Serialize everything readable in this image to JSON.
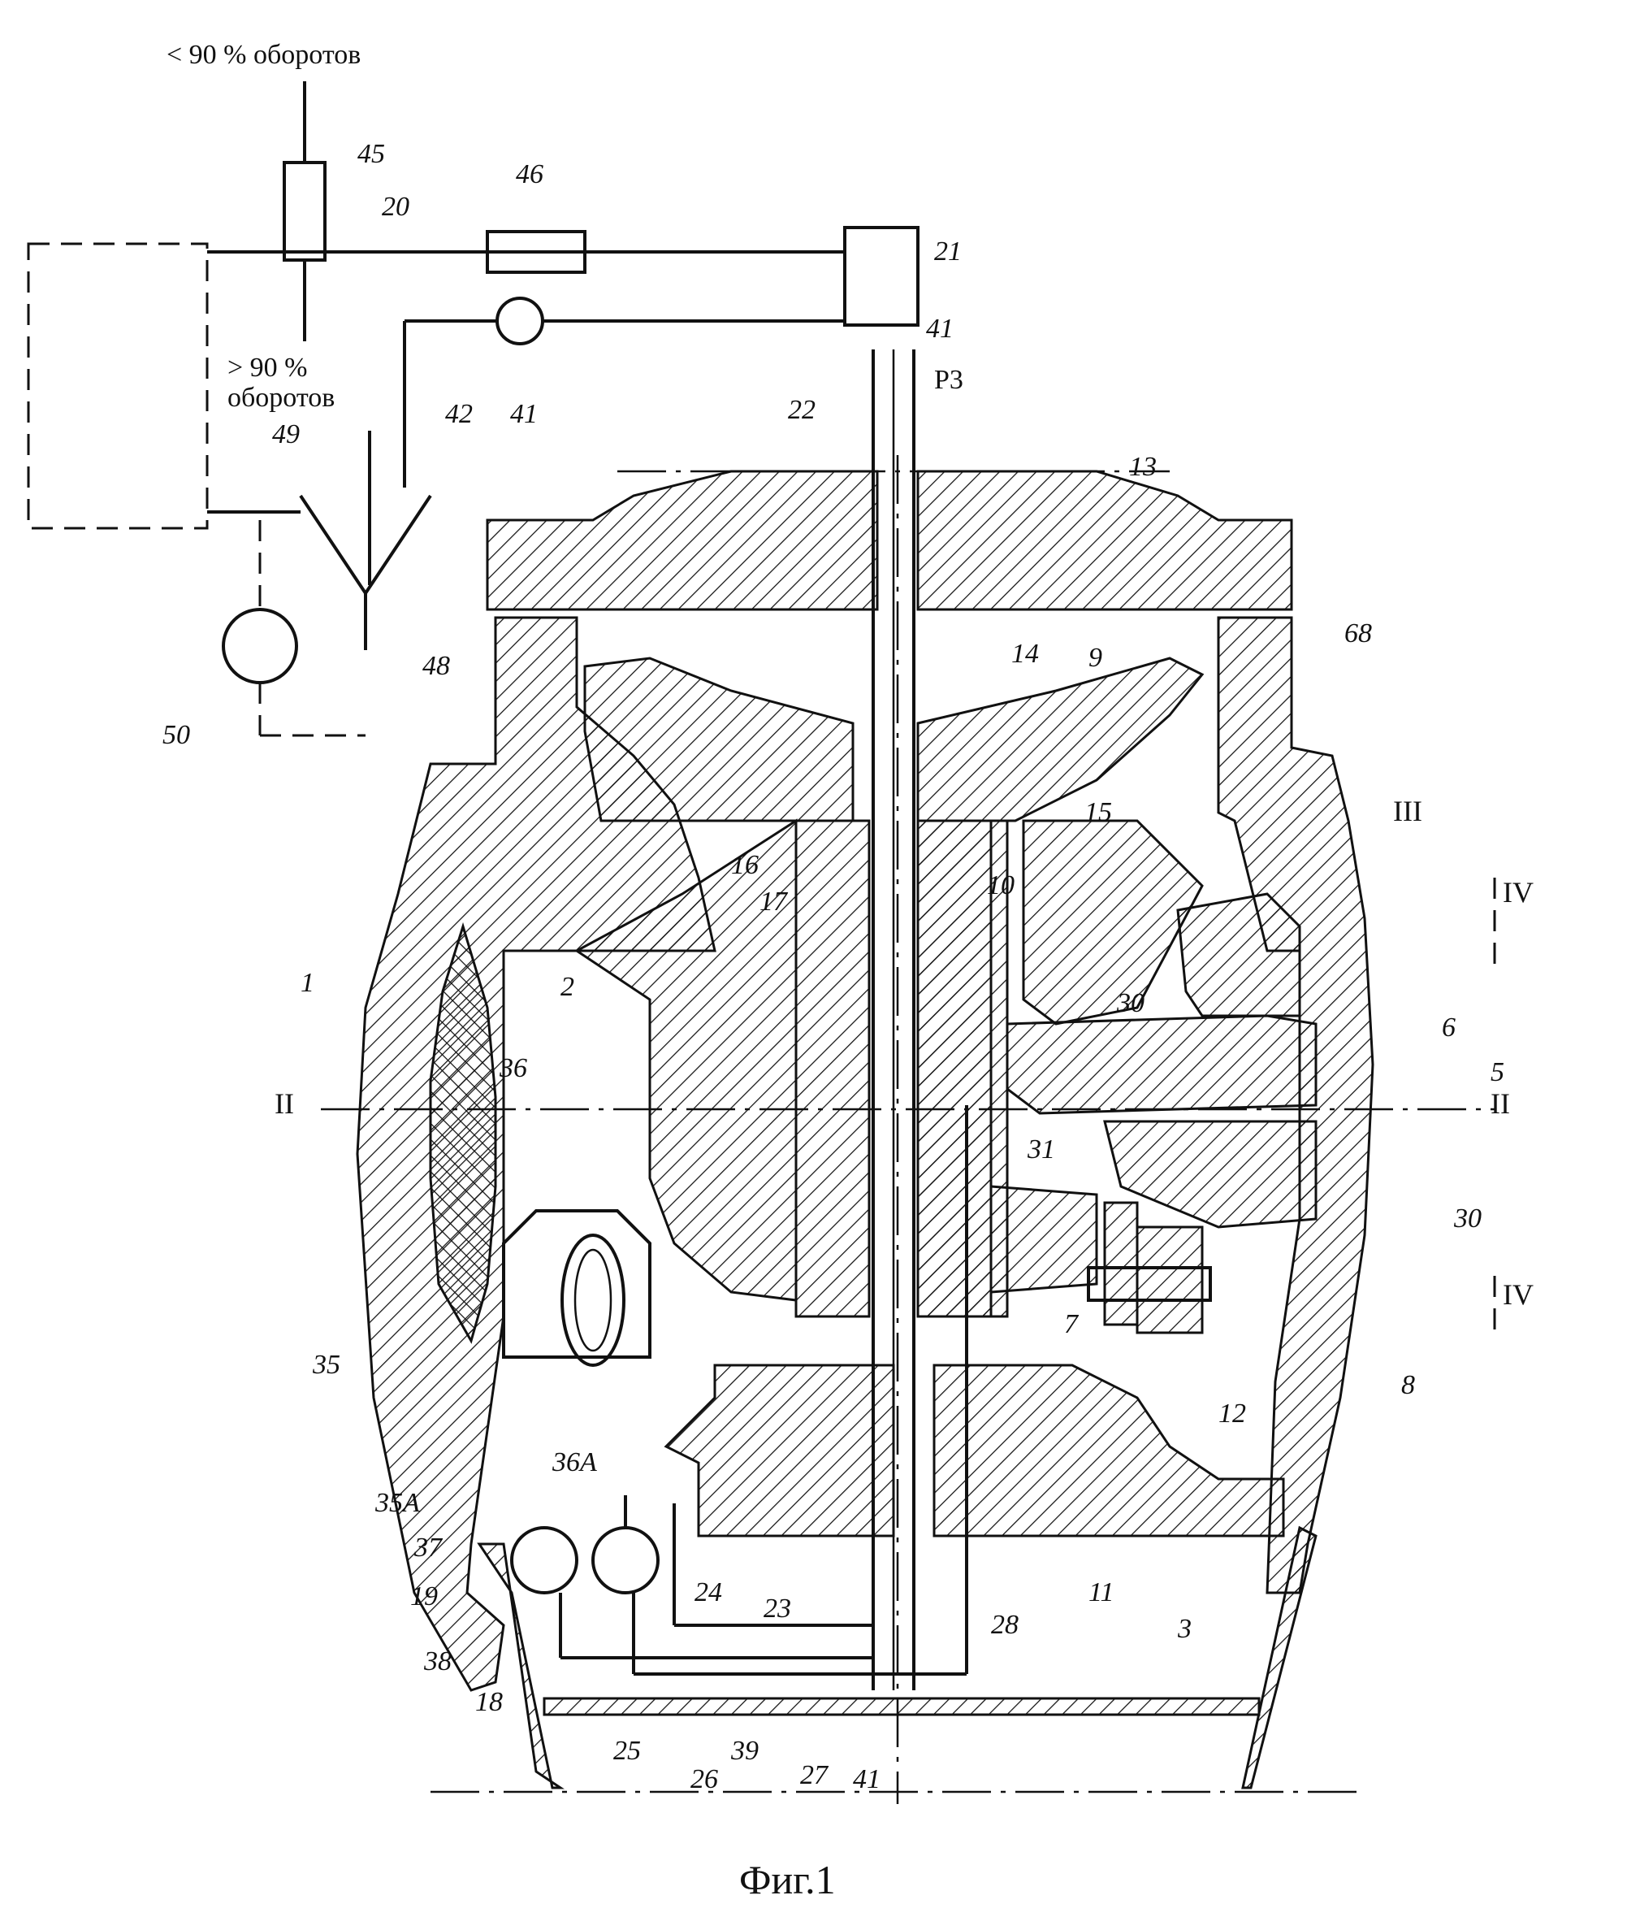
{
  "figure": {
    "caption": "Фиг.1",
    "notes": {
      "below_90": "< 90 % оборотов",
      "above_90_a": "> 90 %",
      "above_90_b": "оборотов",
      "p3": "P3"
    },
    "section_marks": [
      "II",
      "II",
      "III",
      "IV",
      "IV"
    ],
    "reference_numerals": [
      "1",
      "2",
      "3",
      "5",
      "6",
      "7",
      "8",
      "9",
      "10",
      "11",
      "12",
      "13",
      "14",
      "15",
      "16",
      "17",
      "18",
      "19",
      "20",
      "21",
      "22",
      "23",
      "24",
      "25",
      "26",
      "27",
      "28",
      "30",
      "30",
      "31",
      "35",
      "35A",
      "36",
      "36A",
      "37",
      "38",
      "39",
      "41",
      "41",
      "41",
      "42",
      "45",
      "46",
      "48",
      "49",
      "50",
      "68"
    ]
  },
  "colors": {
    "ink": "#111111",
    "paper": "#ffffff"
  }
}
